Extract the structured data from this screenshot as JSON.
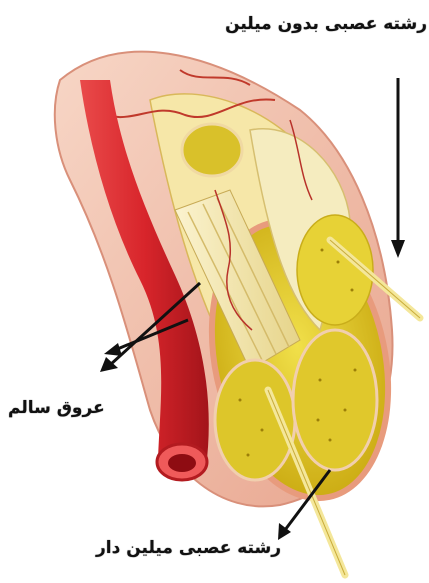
{
  "labels": {
    "unmyelinated_fiber": "رشته عصبی بدون میلین",
    "healthy_vessels": "عروق سالم",
    "myelinated_fiber": "رشته عصبی میلین دار"
  },
  "colors": {
    "background": "#ffffff",
    "artery_red": "#d8252b",
    "artery_inner": "#8e0c12",
    "epineurium_pink": "#f3c3b0",
    "fascicle_yellow": "#e2cc2a",
    "fiber_cream": "#f4eab4",
    "vessel_line": "#c0392b",
    "arrow": "#111111"
  },
  "icons": {
    "arrow_down": "arrow-down-icon",
    "arrow_left": "arrow-left-icon"
  }
}
